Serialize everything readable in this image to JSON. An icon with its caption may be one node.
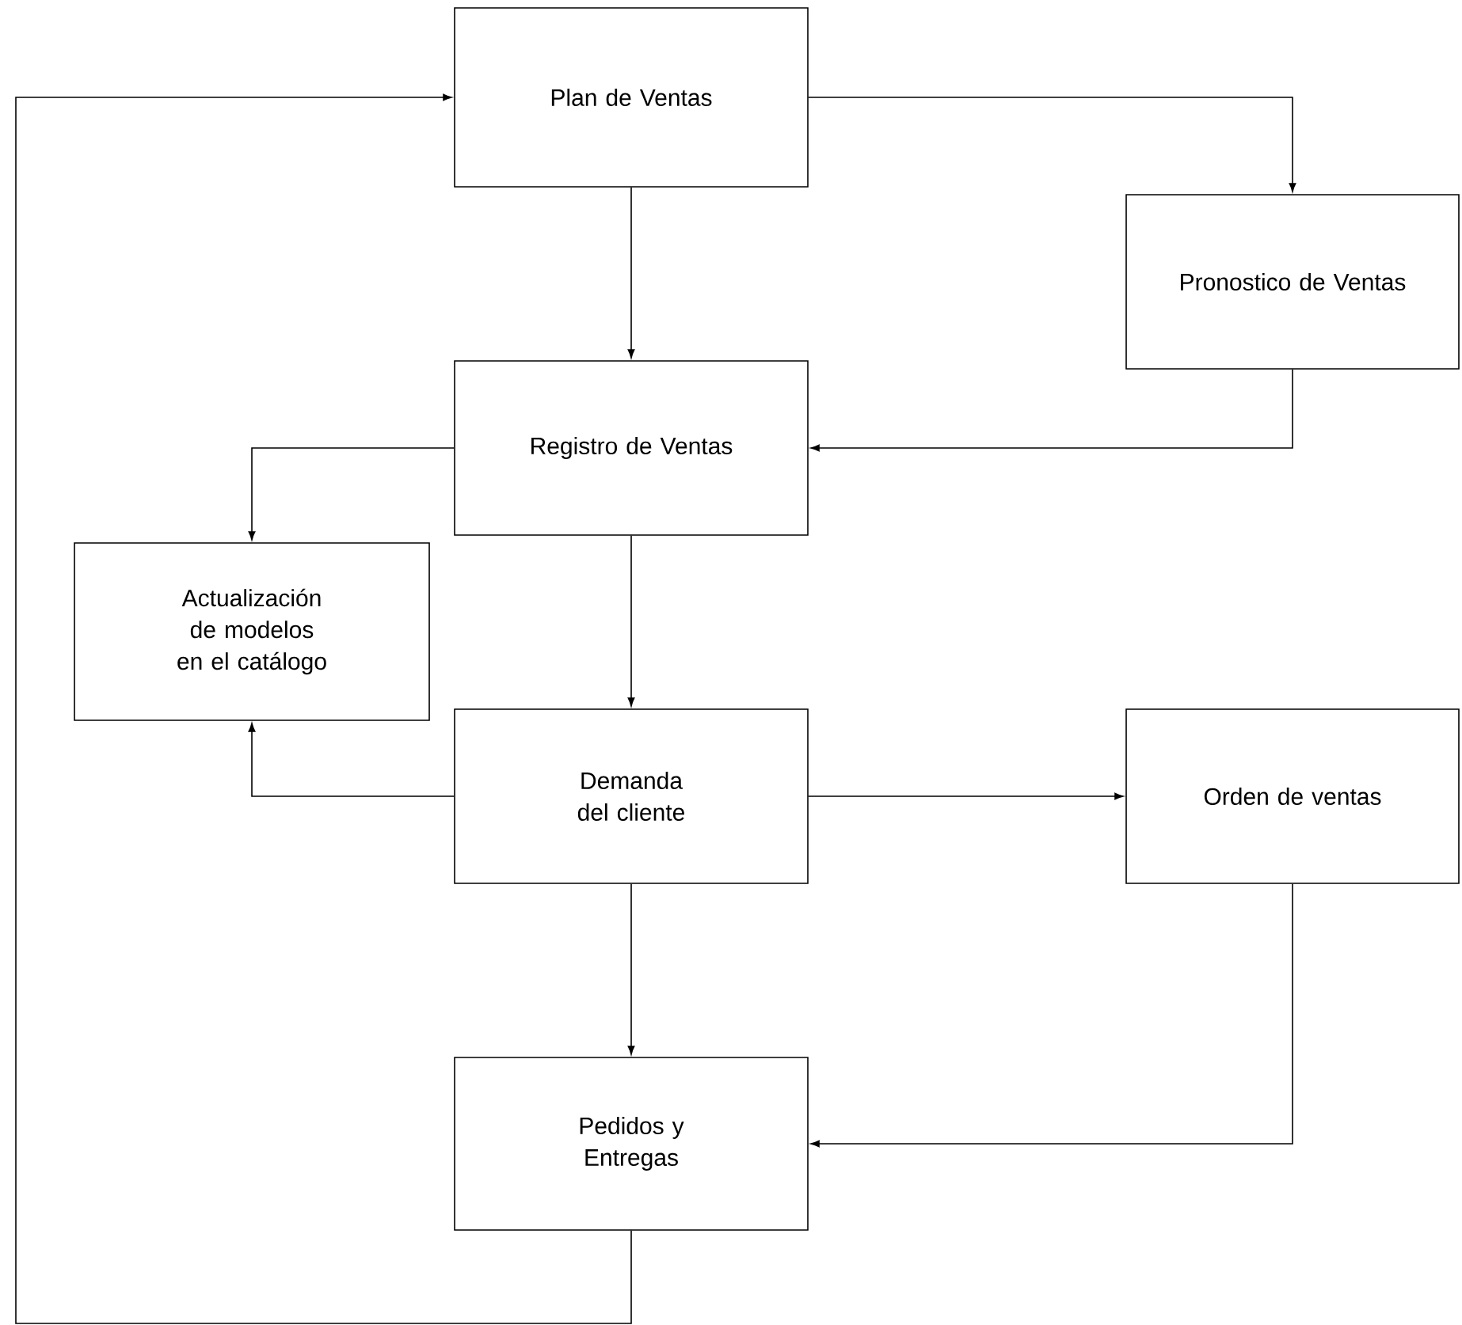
{
  "diagram": {
    "nodes": [
      {
        "text": [
          "Plan de Ventas"
        ]
      },
      {
        "text": [
          "Pronostico de Ventas"
        ]
      },
      {
        "text": [
          "Registro de Ventas"
        ]
      },
      {
        "text": [
          "Actualización de modelos en el catálogo"
        ]
      },
      {
        "text": [
          "Demanda del cliente"
        ]
      },
      {
        "text": [
          "Orden de ventas"
        ]
      },
      {
        "text": [
          "Pedidos y Entregas"
        ]
      }
    ],
    "edges": [
      {
        "from": 0,
        "to": 1,
        "arrow": "to"
      },
      {
        "from": 0,
        "to": 2,
        "arrow": "to"
      },
      {
        "from": 1,
        "to": 2,
        "arrow": "to"
      },
      {
        "from": 2,
        "to": 3,
        "arrow": "to"
      },
      {
        "from": 2,
        "to": 4,
        "arrow": "to"
      },
      {
        "from": 4,
        "to": 3,
        "arrow": "to"
      },
      {
        "from": 4,
        "to": 5,
        "arrow": "to"
      },
      {
        "from": 4,
        "to": 6,
        "arrow": "to"
      },
      {
        "from": 5,
        "to": 6,
        "arrow": "to"
      },
      {
        "from": 6,
        "to": 0,
        "arrow": "to"
      }
    ]
  }
}
